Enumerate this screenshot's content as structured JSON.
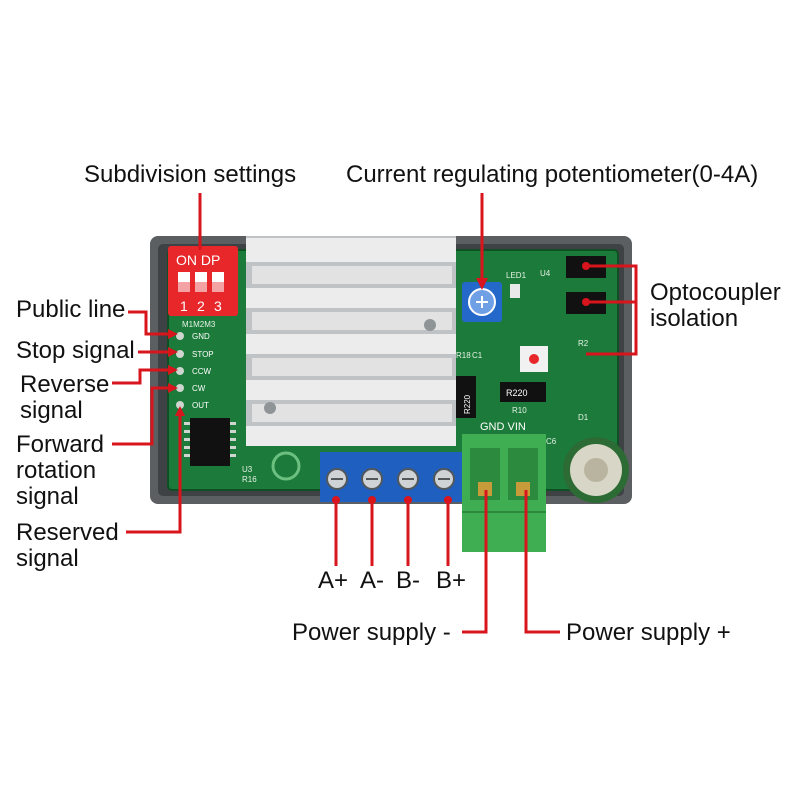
{
  "colors": {
    "leader_line": "#d8141c",
    "pcb": "#1c7a3a",
    "enclosure": "#5b5f62",
    "heatsink": "#d9d9d9",
    "dip_switch": "#e8272a",
    "terminal_blue": "#1f5fbf",
    "terminal_green": "#3fae53"
  },
  "icons": {
    "heatsink": "heatsink-icon",
    "potentiometer": "potentiometer-icon",
    "capacitor": "capacitor-icon"
  },
  "callouts": {
    "subdivision": "Subdivision settings",
    "potentiometer": "Current regulating potentiometer(0-4A)",
    "optocoupler": [
      "Optocoupler",
      "isolation"
    ],
    "public_line": "Public line",
    "stop_signal": "Stop signal",
    "reverse_signal": [
      "Reverse",
      "signal"
    ],
    "forward_signal": [
      "Forward",
      "rotation",
      "signal"
    ],
    "reserved_signal": [
      "Reserved",
      "signal"
    ],
    "power_minus": "Power supply -",
    "power_plus": "Power supply +"
  },
  "motor_terminals": [
    "A+",
    "A-",
    "B-",
    "B+"
  ],
  "dip_switch": {
    "on_label": "ON DP",
    "numbers": [
      "1",
      "2",
      "3"
    ],
    "mode_label": "M1M2M3"
  },
  "pins": [
    "GND",
    "STOP",
    "CCW",
    "CW",
    "OUT"
  ],
  "power_terminal_label": "GND VIN",
  "components": {
    "resistor_a": "R220",
    "resistor_b": "R220",
    "resistor_b_ref": "R10",
    "led_ref": "LED1",
    "r18": "R18",
    "c1": "C1",
    "u4": "U4",
    "r2": "R2",
    "d1": "D1",
    "r16": "R16",
    "u3": "U3",
    "c6": "C6"
  }
}
